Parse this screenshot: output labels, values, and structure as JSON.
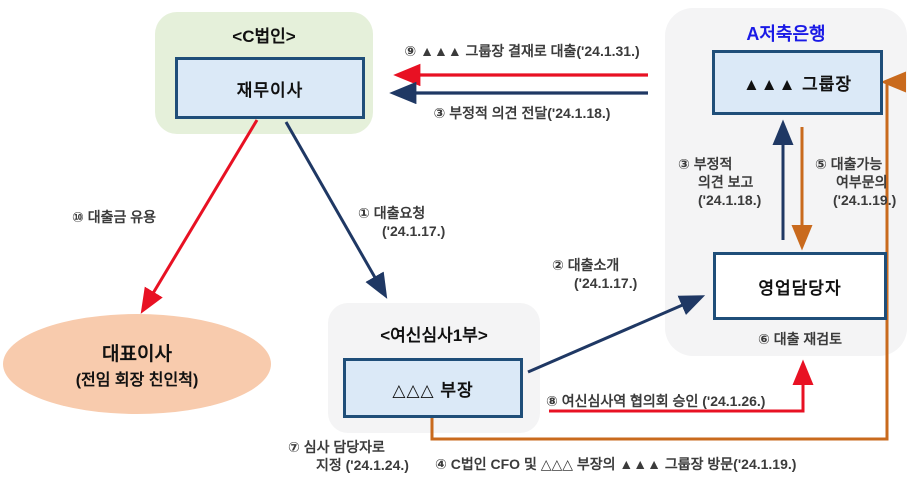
{
  "colors": {
    "red": "#e81123",
    "navy": "#1f3864",
    "orange": "#c96a1d",
    "box_border": "#1f4e79",
    "box_fill": "#dbe9f7",
    "green_fill": "#e5f0da",
    "gray_fill": "#f4f4f5",
    "peach_fill": "#f8cbad",
    "bank_title_blue": "#1a1ae6"
  },
  "c_corp": {
    "title": "<C법인>",
    "member": "재무이사"
  },
  "bank": {
    "title": "A저축은행",
    "group_head": "▲▲▲ 그룹장",
    "sales_rep": "영업담당자",
    "label_review": "⑥ 대출 재검토"
  },
  "credit_dept": {
    "title": "<여신심사1부>",
    "member": "△△△ 부장"
  },
  "ceo": {
    "name": "대표이사",
    "note": "(전임 회장 친인척)"
  },
  "labels": {
    "l9": "⑨ ▲▲▲ 그룹장 결재로 대출('24.1.31.)",
    "l3_transfer": "③ 부정적 의견 전달('24.1.18.)",
    "l1_line1": "① 대출요청",
    "l1_line2": "('24.1.17.)",
    "l10": "⑩ 대출금 유용",
    "l2_line1": "② 대출소개",
    "l2_line2": "('24.1.17.)",
    "l3_report_line1": "③ 부정적",
    "l3_report_line2": "의견 보고",
    "l3_report_line3": "('24.1.18.)",
    "l5_line1": "⑤ 대출가능",
    "l5_line2": "여부문의",
    "l5_line3": "('24.1.19.)",
    "l8": "⑧ 여신심사역 협의회 승인 ('24.1.26.)",
    "l7_line1": "⑦ 심사 담당자로",
    "l7_line2": "지정 ('24.1.24.)",
    "l4": "④ C법인 CFO 및 △△△ 부장의 ▲▲▲ 그룹장 방문('24.1.19.)"
  }
}
